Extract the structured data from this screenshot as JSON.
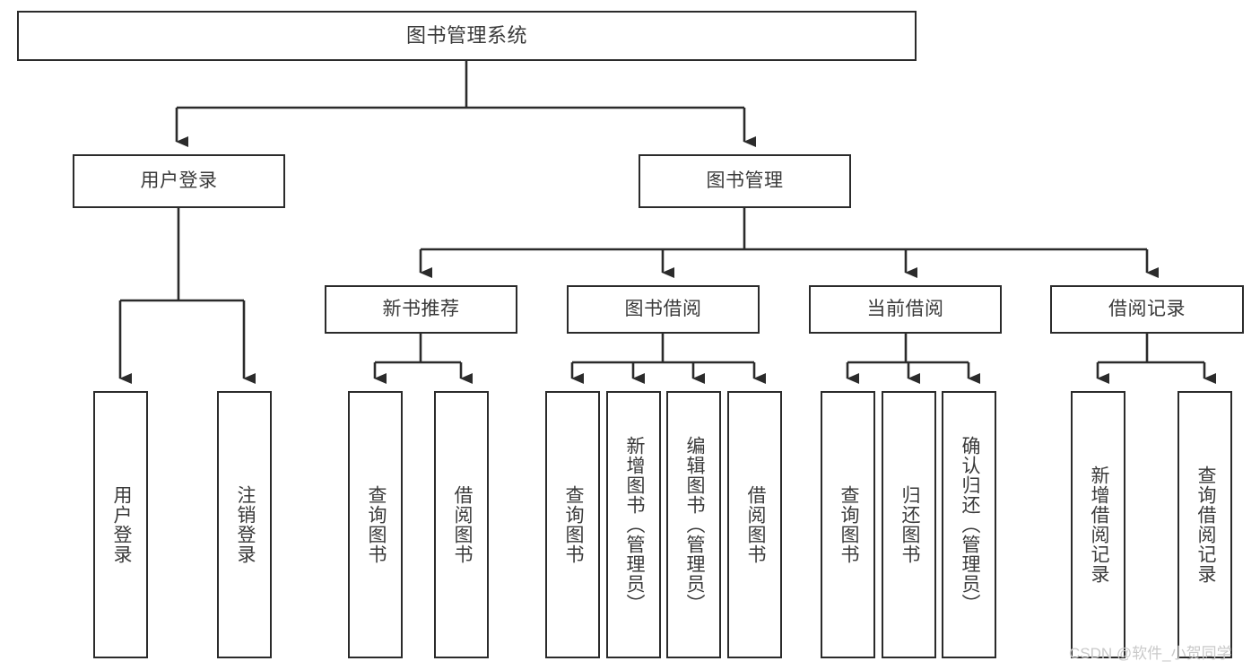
{
  "diagram": {
    "type": "tree-hierarchy-chart",
    "title": "图书管理系统",
    "orientation": "top-down",
    "colors": {
      "box_border": "#2b2b2b",
      "box_fill": "#ffffff",
      "text": "#3a3a3a",
      "connector": "#2b2b2b",
      "watermark": "#c9c9c9",
      "background": "#ffffff"
    },
    "root": {
      "label": "图书管理系统"
    },
    "level2": [
      {
        "label": "用户登录"
      },
      {
        "label": "图书管理"
      }
    ],
    "level3": [
      {
        "label": "新书推荐"
      },
      {
        "label": "图书借阅"
      },
      {
        "label": "当前借阅"
      },
      {
        "label": "借阅记录"
      }
    ],
    "leaves": {
      "user_login": [
        {
          "label": "用户登录"
        },
        {
          "label": "注销登录"
        }
      ],
      "new_book_recommend": [
        {
          "label": "查询图书"
        },
        {
          "label": "借阅图书"
        }
      ],
      "book_borrow": [
        {
          "label": "查询图书"
        },
        {
          "label": "新增图书（管理员）"
        },
        {
          "label": "编辑图书（管理员）"
        },
        {
          "label": "借阅图书"
        }
      ],
      "current_borrow": [
        {
          "label": "查询图书"
        },
        {
          "label": "归还图书"
        },
        {
          "label": "确认归还（管理员）"
        }
      ],
      "borrow_record": [
        {
          "label": "新增借阅记录"
        },
        {
          "label": "查询借阅记录"
        }
      ]
    }
  },
  "watermark": {
    "text": "CSDN @软件_小贺同学"
  }
}
